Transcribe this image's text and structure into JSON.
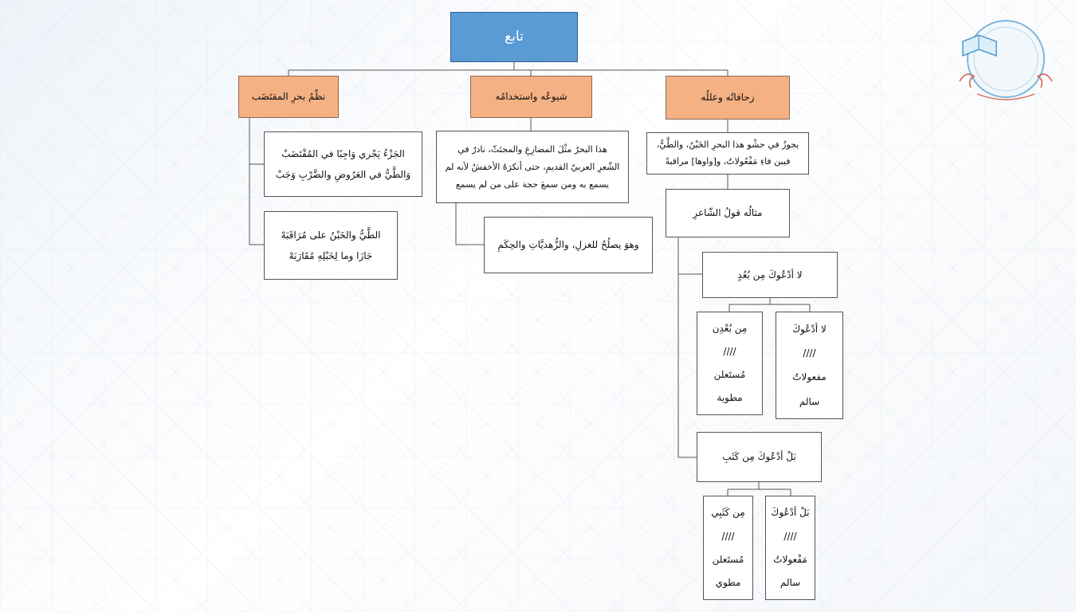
{
  "root": "تابع",
  "branches": {
    "prosody": "زحافاتُه وعللُه",
    "prevalence": "شيوعُه واستخدامُه",
    "verse": "نظْمُ بحرِ المقتَضَب"
  },
  "prosody_text": [
    "يجوزُ في حشْو هذا البحرِ الخَبْنُ، والطَّيُّ،",
    "فيبن فاءِ  مَفْعُولاتُ،  و[واوها] مراقبةً"
  ],
  "example_label": "مثالُه قولُ الشّاعرِ",
  "verse1": {
    "line": "لا أدْعُوكَ مِن بُعُدٍ",
    "right": [
      "لا أدْعُوكَ",
      "////",
      "مفعولاتُ",
      "سالم"
    ],
    "left": [
      "مِن بُعْدِن",
      "////",
      "مُستَعلن",
      "مطوية"
    ]
  },
  "verse2": {
    "line": "بَلْ أدْعُوكَ مِن كَثَبِ",
    "right": [
      "بَلْ أدْعُوكَ",
      "////",
      "مَفْعولاتُ",
      "سالم"
    ],
    "left": [
      "مِن كَثَبِي",
      "////",
      "مُستَعلن",
      "مطوي"
    ]
  },
  "prevalence_text": [
    "هذا البحرُ مثْلَ المضارِعِ والمجتَثّ، نادرٌ في",
    "الشّعرِ العربيّ القديمِ، حتى أنكرَهُ  الأخفشُ لأنه لم",
    "يسمع به ومن سمعَ حجة على من لم يسمع"
  ],
  "usage_text": "وهوَ يصلُحُ للغزلِ، والزُّهديَّاتِ والحِكَمِ",
  "verse_rule1": [
    "الجَزْءُ يَجْري وَاجِبًا في المُقْتَضَبْ",
    "وَالطَّيُّ في العَرُوضِ والضَّرْبِ وَجَبْ"
  ],
  "verse_rule2": [
    "الطَّيُّ والخَبْنُ على مُرَاقَبَهْ",
    "جَازَا وما لِخَبْلِهِ مُقَارَبَهْ"
  ]
}
